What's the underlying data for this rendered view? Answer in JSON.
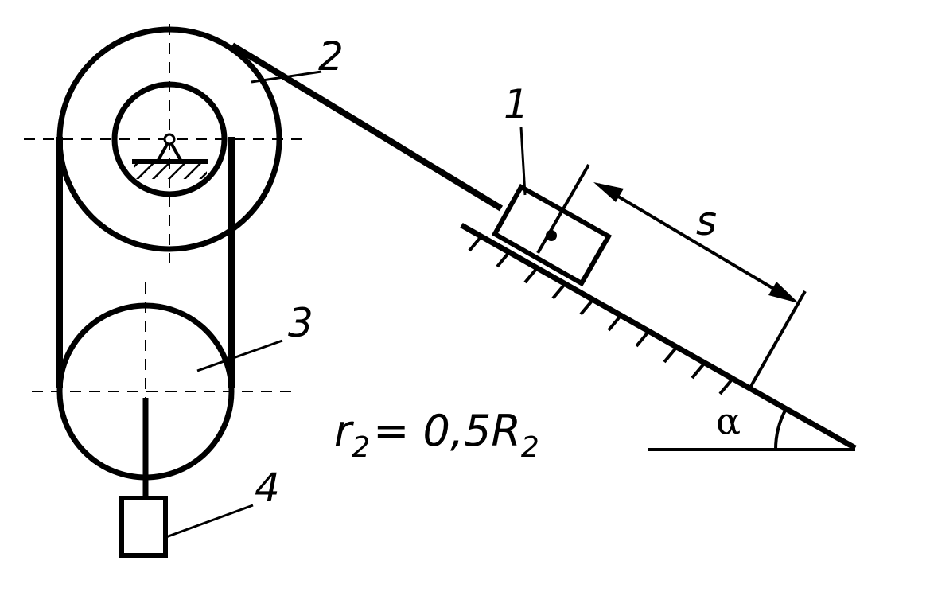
{
  "labels": {
    "block": "1",
    "pulley_upper": "2",
    "pulley_lower": "3",
    "weight": "4",
    "displacement": "s",
    "angle": "α"
  },
  "formula": {
    "r": "r",
    "r_sub": "2",
    "rest": "= 0,5R",
    "R_sub": "2"
  },
  "colors": {
    "ink": "#000000",
    "background": "#ffffff"
  }
}
